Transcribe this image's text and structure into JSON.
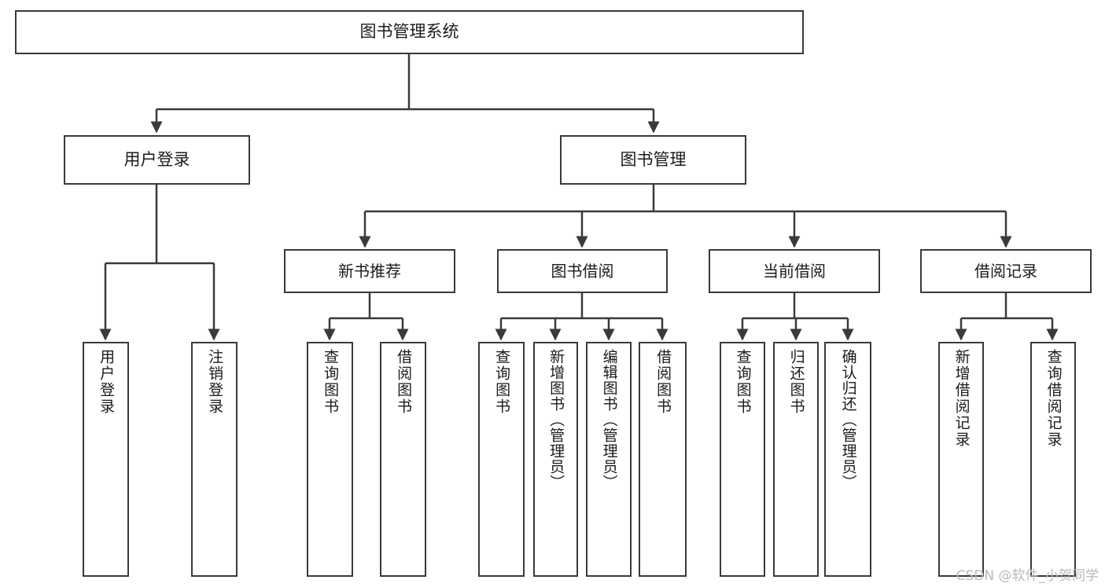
{
  "diagram": {
    "title": "图书管理系统",
    "watermark": "CSDN @软件_小贺同学",
    "stroke_color": "#3a3a3a",
    "background_color": "#ffffff",
    "text_color": "#1b1b1b",
    "root": {
      "label": "图书管理系统"
    },
    "level1": [
      {
        "label": "用户登录"
      },
      {
        "label": "图书管理"
      }
    ],
    "level2": [
      {
        "label": "新书推荐"
      },
      {
        "label": "图书借阅"
      },
      {
        "label": "当前借阅"
      },
      {
        "label": "借阅记录"
      }
    ],
    "leaves": {
      "user_login": [
        {
          "label": "用户登录"
        },
        {
          "label": "注销登录"
        }
      ],
      "new_book_recommend": [
        {
          "label": "查询图书"
        },
        {
          "label": "借阅图书"
        }
      ],
      "book_borrow": [
        {
          "label": "查询图书"
        },
        {
          "label": "新增图书（管理员）"
        },
        {
          "label": "编辑图书（管理员）"
        },
        {
          "label": "借阅图书"
        }
      ],
      "current_borrow": [
        {
          "label": "查询图书"
        },
        {
          "label": "归还图书"
        },
        {
          "label": "确认归还（管理员）"
        }
      ],
      "borrow_record": [
        {
          "label": "新增借阅记录"
        },
        {
          "label": "查询借阅记录"
        }
      ]
    }
  }
}
